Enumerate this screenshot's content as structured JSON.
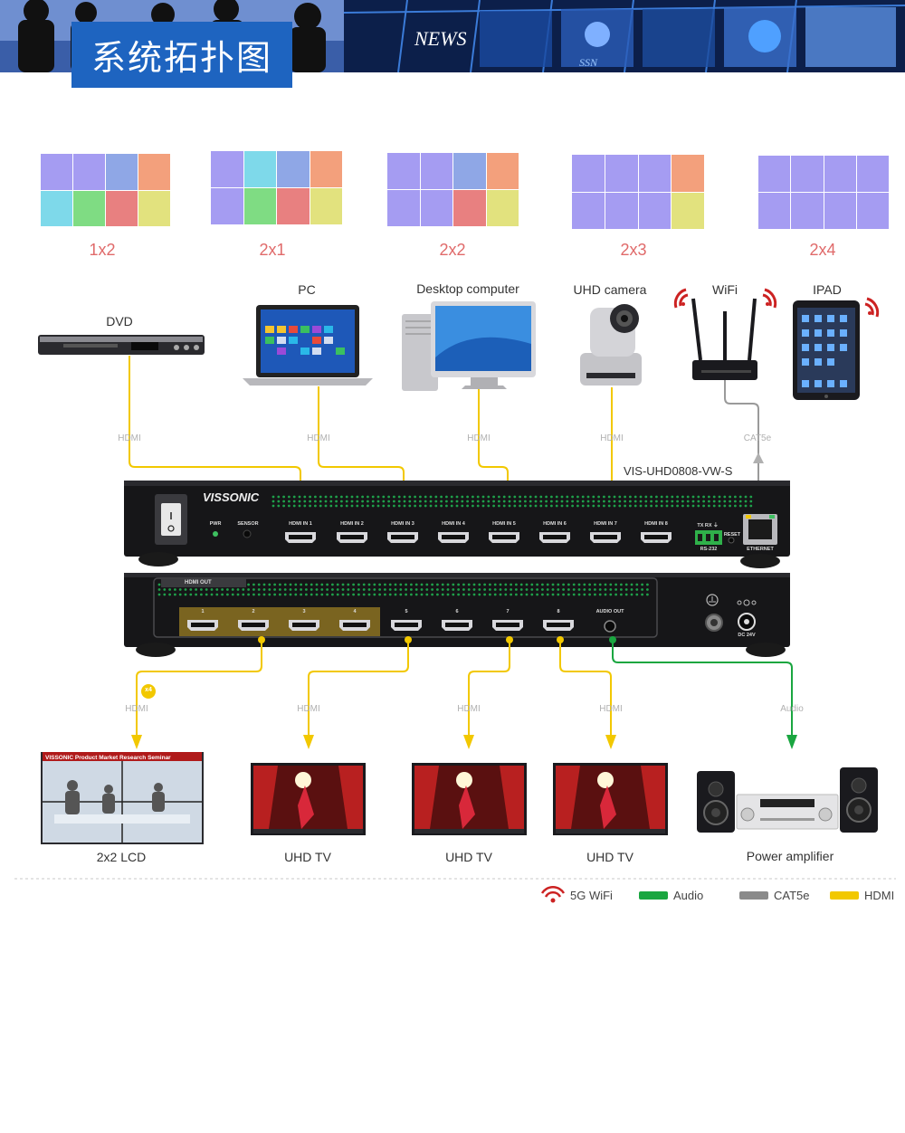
{
  "banner": {
    "title": "系统拓扑图",
    "news_text": "NEWS",
    "ssn_text": "SSN"
  },
  "layouts": [
    {
      "label": "1x2",
      "colors": [
        "#a59cf2",
        "#a59cf2",
        "#8fa7e6",
        "#f3a07c",
        "#7ed9ea",
        "#7fdc83",
        "#e88080",
        "#e2e27e"
      ]
    },
    {
      "label": "2x1",
      "colors": [
        "#a59cf2",
        "#7ed9ea",
        "#8fa7e6",
        "#f3a07c",
        "#a59cf2",
        "#7fdc83",
        "#e88080",
        "#e2e27e"
      ]
    },
    {
      "label": "2x2",
      "colors": [
        "#a59cf2",
        "#a59cf2",
        "#8fa7e6",
        "#f3a07c",
        "#a59cf2",
        "#a59cf2",
        "#e88080",
        "#e2e27e"
      ]
    },
    {
      "label": "2x3",
      "colors": [
        "#a59cf2",
        "#a59cf2",
        "#a59cf2",
        "#f3a07c",
        "#a59cf2",
        "#a59cf2",
        "#a59cf2",
        "#e2e27e"
      ]
    },
    {
      "label": "2x4",
      "colors": [
        "#a59cf2",
        "#a59cf2",
        "#a59cf2",
        "#a59cf2",
        "#a59cf2",
        "#a59cf2",
        "#a59cf2",
        "#a59cf2"
      ]
    }
  ],
  "sources": {
    "dvd": "DVD",
    "pc": "PC",
    "desktop": "Desktop computer",
    "camera": "UHD camera",
    "wifi": "WiFi",
    "ipad": "IPAD"
  },
  "cables_top": {
    "dvd": "HDMI",
    "pc": "HDMI",
    "desktop": "HDMI",
    "camera": "HDMI",
    "wifi": "CAT5e"
  },
  "device": {
    "model": "VIS-UHD0808-VW-S",
    "brand": "VISSONIC",
    "pwr": "PWR",
    "sensor": "SENSOR",
    "inputs": [
      "HDMI IN 1",
      "HDMI IN 2",
      "HDMI IN 3",
      "HDMI IN 4",
      "HDMI IN 5",
      "HDMI IN 6",
      "HDMI IN 7",
      "HDMI IN 8"
    ],
    "rs232_top": "TX RX ⏚",
    "rs232": "RS-232",
    "reset": "RESET",
    "ethernet": "ETHERNET",
    "hdmi_out": "HDMI OUT",
    "outputs": [
      "1",
      "2",
      "3",
      "4",
      "5",
      "6",
      "7",
      "8"
    ],
    "audio_out": "AUDIO OUT",
    "dc": "DC 24V"
  },
  "cables_bottom": {
    "lcd": "HDMI",
    "tv1": "HDMI",
    "tv2": "HDMI",
    "tv3": "HDMI",
    "amp": "Audio",
    "x4": "x4"
  },
  "sinks": {
    "lcd": "2x2 LCD",
    "lcd_banner": "VISSONIC  Product Market Research Seminar",
    "tv1": "UHD TV",
    "tv2": "UHD TV",
    "tv3": "UHD TV",
    "amp": "Power amplifier"
  },
  "legend": [
    {
      "label": "5G WiFi",
      "color": "#cc2222",
      "icon": "wifi-icon"
    },
    {
      "label": "Audio",
      "color": "#1aa640"
    },
    {
      "label": "CAT5e",
      "color": "#8a8a8a"
    },
    {
      "label": "HDMI",
      "color": "#f2c800"
    }
  ],
  "colors": {
    "hdmi": "#f2c800",
    "audio": "#1aa640",
    "cat5e": "#9a9a9a",
    "banner_box": "#1e64c0"
  }
}
